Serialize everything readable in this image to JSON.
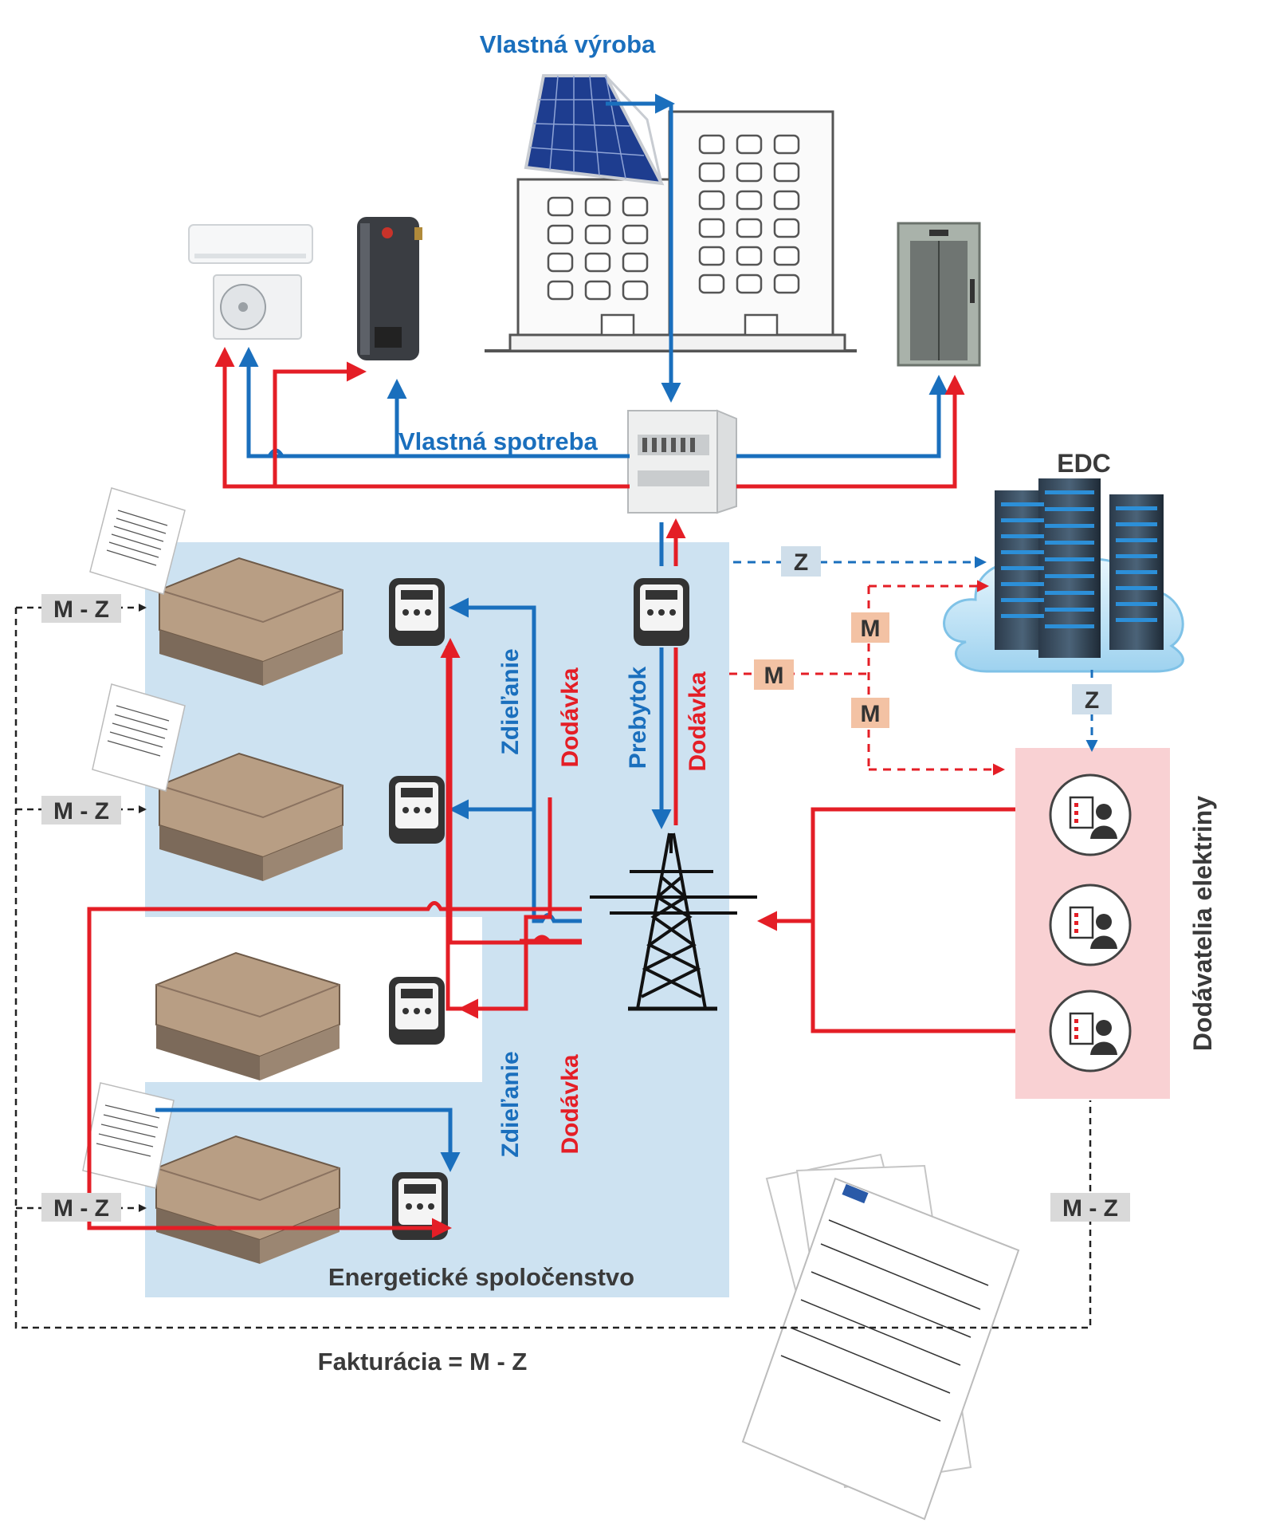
{
  "labels": {
    "own_production": "Vlastná výroba",
    "own_consumption": "Vlastná spotreba",
    "edc": "EDC",
    "community": "Energetické spoločenstvo",
    "billing": "Fakturácia = M - Z",
    "suppliers": "Dodávatelia elektriny"
  },
  "vertical_labels": {
    "sharing_top": "Zdieľanie",
    "supply_top": "Dodávka",
    "surplus": "Prebytok",
    "supply_mid": "Dodávka",
    "sharing_bottom": "Zdieľanie",
    "supply_bottom": "Dodávka"
  },
  "tags": {
    "z_top": "Z",
    "m_upper": "M",
    "m_mid": "M",
    "m_lower": "M",
    "z_bottom": "Z",
    "mz_1": "M - Z",
    "mz_2": "M - Z",
    "mz_3": "M - Z",
    "mz_right": "M - Z"
  },
  "colors": {
    "blue_flow": "#1a6fbd",
    "red_flow": "#e41e26",
    "community_bg": "#cde2f1",
    "supplier_bg": "#f9d1d3",
    "tag_gray": "#d9d9d9",
    "tag_orange": "#f3c2a4",
    "tag_blue": "#cfdeea"
  },
  "icons": [
    "air-conditioner-icon",
    "water-heater-icon",
    "solar-panel-icon",
    "building-icon",
    "elevator-icon",
    "switchboard-icon",
    "electric-meter-icon",
    "power-pylon-icon",
    "server-cloud-icon",
    "supplier-person-icon",
    "invoice-document-icon",
    "apartment-icon"
  ]
}
